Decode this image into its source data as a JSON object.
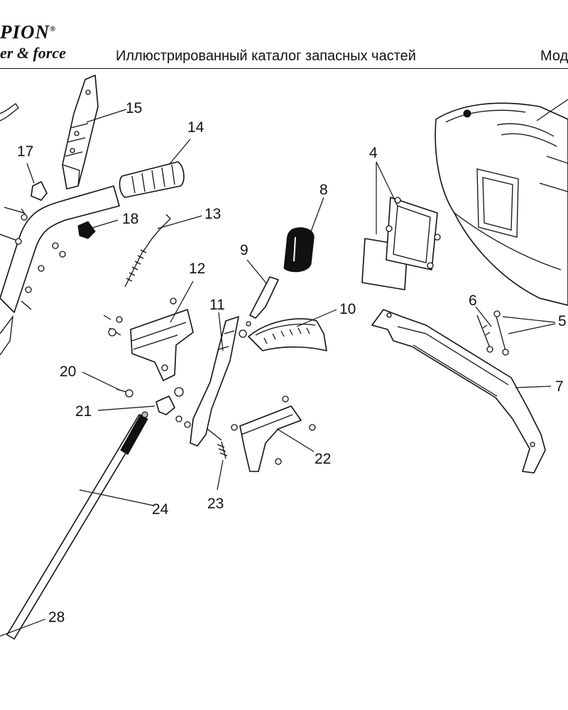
{
  "header": {
    "brand_top": "PION",
    "brand_registered": "®",
    "brand_bottom": "er & force",
    "title": "Иллюстрированный каталог запасных частей",
    "model_label": "Мод"
  },
  "callouts": [
    "15",
    "14",
    "17",
    "13",
    "18",
    "8",
    "9",
    "12",
    "11",
    "10",
    "4",
    "6",
    "5",
    "7",
    "20",
    "21",
    "22",
    "23",
    "24",
    "28"
  ]
}
